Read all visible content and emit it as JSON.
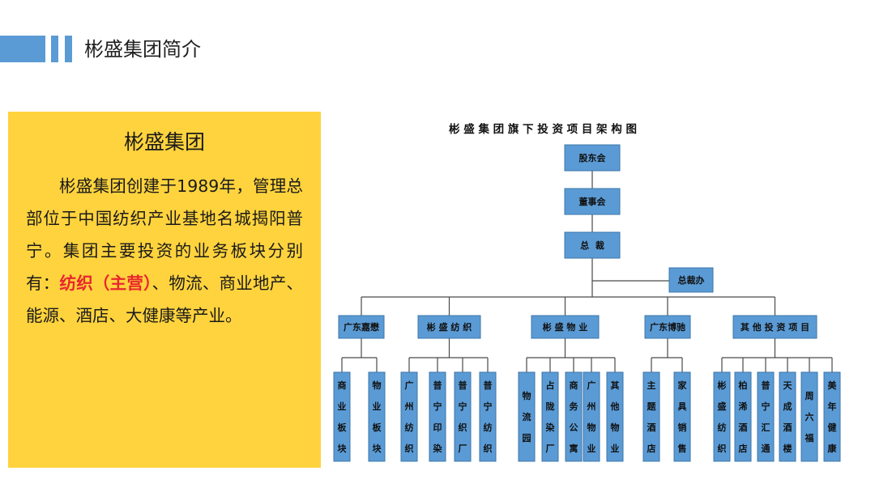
{
  "header": {
    "title": "彬盛集团简介"
  },
  "intro": {
    "title": "彬盛集团",
    "body_before": "彬盛集团创建于1989年，管理总部位于中国纺织产业基地名城揭阳普宁。集团主要投资的业务板块分别有：",
    "highlight": "纺织（主营）",
    "body_after": "、物流、商业地产、能源、酒店、大健康等产业。"
  },
  "org_chart": {
    "title": "彬 盛 集 团 旗 下 投 资 项 目 架 构 图",
    "chain": [
      "股东会",
      "董事会",
      "总  裁"
    ],
    "side_office": "总裁办",
    "divisions": [
      {
        "name": "广东嘉懋",
        "units": [
          "商业板块",
          "物业板块"
        ]
      },
      {
        "name": "彬 盛 纺 织",
        "units": [
          "广州纺织",
          "普宁印染",
          "普宁织厂",
          "普宁纺织"
        ]
      },
      {
        "name": "彬 盛 物 业",
        "units": [
          "物流园",
          "占陇染厂",
          "商务公寓",
          "广州物业",
          "其他物业"
        ]
      },
      {
        "name": "广东博驰",
        "units": [
          "主题酒店",
          "家具销售"
        ]
      },
      {
        "name": "其 他 投 资 项 目",
        "units": [
          "彬盛纺织",
          "柏浠酒店",
          "普宁汇通",
          "天成酒楼",
          "周六福",
          "美年健康"
        ]
      }
    ],
    "colors": {
      "box": "#5b9bd5",
      "line": "#4a4a4a"
    }
  }
}
